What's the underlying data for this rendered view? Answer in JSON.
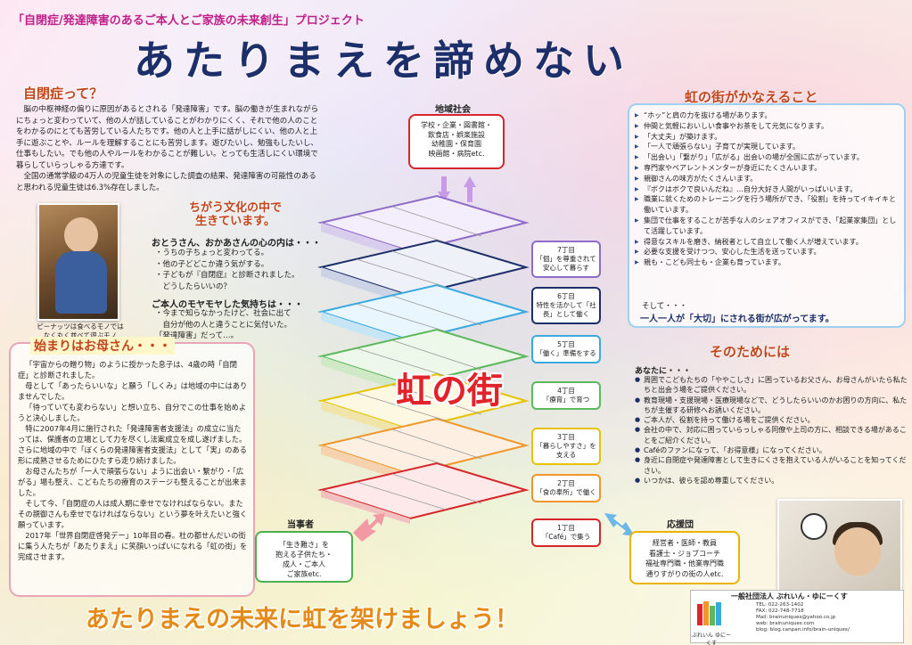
{
  "project_label": "「自閉症/発達障害のあるご本人とご家族の未来創生」プロジェクト",
  "main_title": "あたりまえを諦めない",
  "autism": {
    "heading": "自閉症って？",
    "p1": "脳の中枢神経の偏りに原因があるとされる「発達障害」です。脳の働きが生まれながらにちょっと変わっていて、他の人が話していることがわかりにくく、それで他の人のことをわかるのにとても苦労している人たちです。他の人と上手に話がしにくい、他の人と上手に遊ぶことや、ルールを理解することにも苦労します。遊びたいし、勉強もしたいし、仕事もしたい。でも他の人やルールをわかることが難しい。とっても生活しにくい環境で暮らしていらっしゃる方達です。",
    "p2": "全国の通常学級の4万人の児童生徒を対象にした調査の結果、発達障害の可能性のあると思われる児童生徒は6.3%存在しました。",
    "photo_caption": "ピーナッツは食べるモノではなく丸く並べて遊ぶモノ",
    "culture_heading_1": "ちがう文化の中で",
    "culture_heading_2": "生きています。",
    "parents_title": "おとうさん、おかあさんの心の内は・・・",
    "parents_items": [
      "・うちの子ちょっと変わってる。",
      "・他の子どどこか違う気がする。",
      "・子どもが『自閉症』と診断されました。",
      "　どうしたらいいの？"
    ],
    "self_title": "ご本人のモヤモヤした気持ちは・・・",
    "self_items": [
      "・今まで知らなかったけど、社会に出て",
      "　自分が他の人と違うことに気付いた。",
      "「発達障害」だって…。"
    ]
  },
  "mother": {
    "heading": "始まりはお母さん・・・",
    "paragraphs": [
      "「宇宙からの贈り物」のように授かった息子は、4歳の時「自閉症」と診断されました。",
      "母として「あったらいいな」と願う「しくみ」は地域の中にはありませんでした。",
      "「待っていても変わらない」と想い立ち、自分でこの仕事を始めようと決心しました。",
      "特に2007年4月に施行された「発達障害者支援法」の成立に当たっては、保護者の立場として力を尽くし法案成立を成し遂げました。さらに地域の中で「ぼくらの発達障害者支援法」として「実」のある形に成熟させるためにひたすら走り続けました。",
      "お母さんたちが「一人で頑張らない」ように出会い・繋がり・「広がる」場も整え、こどもたちの療育のステージも整えることが出来ました。",
      "そして今、「自閉症の人は成人期に幸せでなければならない。またその親御さんも幸せでなければならない」という夢を叶えたいと強く願っています。",
      "2017年「世界自閉症啓発デー」10年目の春。杜の都せんだいの街に集う人たちが「あたりまえ」に笑顔いっぱいになれる「虹の街」を完成させます。"
    ]
  },
  "center": {
    "community_label": "地域社会",
    "community_lines": [
      "学校・企業・図書館・",
      "飲食店・娯楽施設",
      "幼稚園・保育園",
      "映画館・病院etc."
    ],
    "rainbow_title": "虹の街",
    "streets": [
      {
        "name": "7丁目",
        "desc": "「個」を尊重されて安心して暮らす",
        "color": "#8e6cc8"
      },
      {
        "name": "6丁目",
        "desc": "特性を活かして「社長」として働く",
        "color": "#1d2f6b"
      },
      {
        "name": "5丁目",
        "desc": "「働く」準備をする",
        "color": "#39a9e0"
      },
      {
        "name": "4丁目",
        "desc": "「療育」で育つ",
        "color": "#5cb85c"
      },
      {
        "name": "3丁目",
        "desc": "「暮らしやすさ」を支える",
        "color": "#e6c200"
      },
      {
        "name": "2丁目",
        "desc": "「食の奉所」で働く",
        "color": "#f0962a"
      },
      {
        "name": "1丁目",
        "desc": "「Café」で集う",
        "color": "#d6262a"
      }
    ],
    "party_label": "当事者",
    "party_lines": [
      "「生き難さ」を",
      "抱える子供たち・",
      "成人・ご本人",
      "ご家族etc."
    ],
    "support_label": "応援団",
    "support_lines": [
      "経営者・医師・教員",
      "看護士・ジョブコーチ",
      "福祉専門職・他業専門職",
      "通りすがりの街の人etc."
    ]
  },
  "rainbow": {
    "heading": "虹の街がかなえること",
    "items": [
      "“ホッ”と肩の力を抜ける場があります。",
      "仲間と気軽においしい食事やお茶をして元気になります。",
      "「大丈夫」が築けます。",
      "「一人で頑張らない」子育てが実現しています。",
      "「出会い」「繋がり」「広がる」出会いの場が全国に広がっています。",
      "専門家やペアレントメンターが身近にたくさんいます。",
      "親御さんの味方がたくさんいます。",
      "『ボクはボクで良いんだね』…自分大好き人間がいっぱいいます。",
      "職業に就くためのトレーニングを行う場所ができ、「役割」を持ってイキイキと働いています。",
      "集団で仕事をすることが苦手な人のシェアオフィスができ、「起業家集団」として活躍しています。",
      "得意なスキルを磨き、納税者として自立して働く人が増えています。",
      "必要な支援を受けつつ、安心した生活を送っています。",
      "親も・こども同士も・企業も育っています。"
    ],
    "sote": "そして・・・",
    "conclusion": "一人一人が「大切」にされる街が広がってます。"
  },
  "for_that": {
    "heading": "そのためには",
    "intro": "あなたに・・・",
    "items": [
      "周囲でこどもたちの「ややこしさ」に困っているお父さん、お母さんがいたら私たちと出会う場をご提供ください。",
      "教育現場・支援現場・医療現場などで、どうしたらいいのかお困りの方向に、私たちが主催する研修へお誘いください。",
      "ご本人が、役割を持って働ける場をご提供ください。",
      "会社の中で、対応に困っていらっしゃる同僚や上司の方に、相談できる場があることをご紹介ください。",
      "Caféのファンになって、「お得意様」になってください。",
      "身近に自閉症や発達障害として生きにくさを抱えている人がいることを知ってください。",
      "いつかは、彼らを認め尊重してください。"
    ]
  },
  "slogan": "あたりまえの未来に虹を架けましょう！",
  "org": {
    "name": "一般社団法人 ぶれいん・ゆにーくす",
    "logo_caption": "ぶれいん ゆにーくす",
    "tel": "TEL: 022-263-1402",
    "fax": "FAX: 022-748-7718",
    "mail": "Mail: brainuniques@yahoo.co.jp",
    "web": "web: brainuniques.com",
    "blog": "blog: blog.canpan.info/brain-uniques/"
  }
}
